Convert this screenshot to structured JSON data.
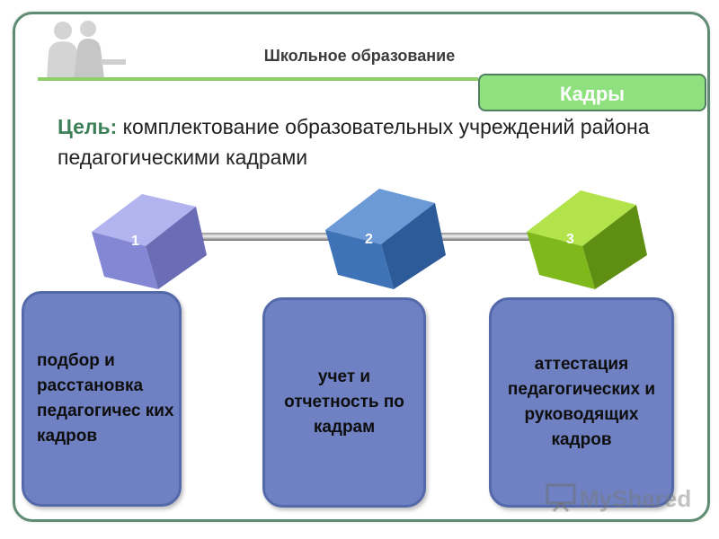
{
  "header": {
    "title": "Школьное образование",
    "badge": "Кадры"
  },
  "goal": {
    "label": "Цель:",
    "text": " комплектование образовательных учреждений района педагогическими кадрами"
  },
  "steps": [
    {
      "number": "1",
      "text": "подбор и расстановка педагогичес ких кадров",
      "color": "#8b8ed8"
    },
    {
      "number": "2",
      "text": "учет и отчетность по кадрам",
      "color": "#3f73b8"
    },
    {
      "number": "3",
      "text": "аттестация педагогических и руководящих кадров",
      "color": "#86c21a"
    }
  ],
  "watermark": {
    "text": "MyShared",
    "icon": "presentation-board-icon"
  },
  "decor": {
    "icon": "people-silhouette-icon"
  }
}
